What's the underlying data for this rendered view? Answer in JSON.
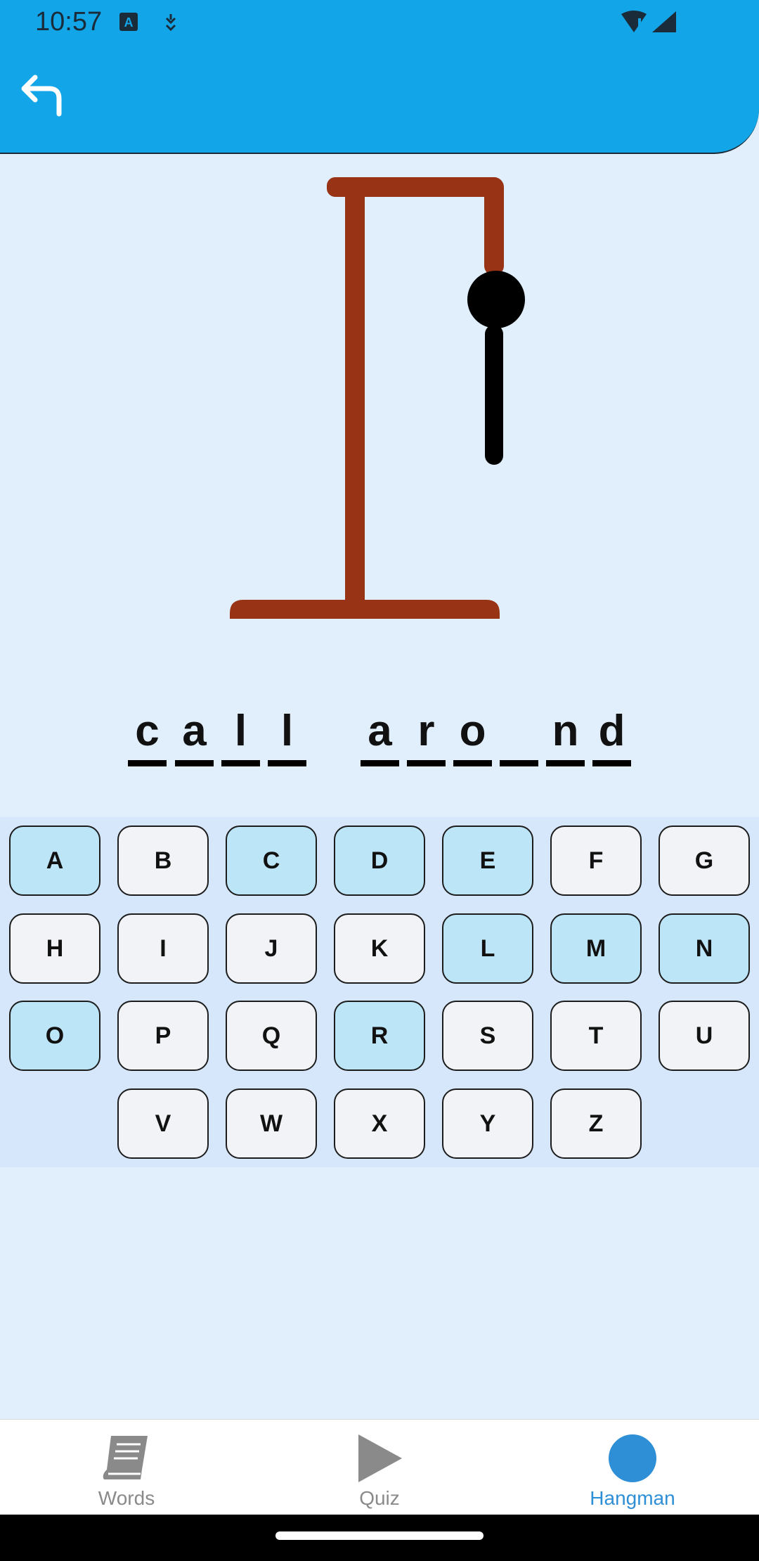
{
  "status_bar": {
    "time": "10:57"
  },
  "word": {
    "letters": [
      "c",
      "a",
      "l",
      "l",
      "",
      "a",
      "r",
      "o",
      "",
      "n",
      "d"
    ],
    "blank_positions": [
      0,
      1,
      2,
      3,
      5,
      6,
      7,
      8,
      9,
      10
    ]
  },
  "keyboard": {
    "keys": [
      {
        "label": "A",
        "used": true
      },
      {
        "label": "B",
        "used": false
      },
      {
        "label": "C",
        "used": true
      },
      {
        "label": "D",
        "used": true
      },
      {
        "label": "E",
        "used": true
      },
      {
        "label": "F",
        "used": false
      },
      {
        "label": "G",
        "used": false
      },
      {
        "label": "H",
        "used": false
      },
      {
        "label": "I",
        "used": false
      },
      {
        "label": "J",
        "used": false
      },
      {
        "label": "K",
        "used": false
      },
      {
        "label": "L",
        "used": true
      },
      {
        "label": "M",
        "used": true
      },
      {
        "label": "N",
        "used": true
      },
      {
        "label": "O",
        "used": true
      },
      {
        "label": "P",
        "used": false
      },
      {
        "label": "Q",
        "used": false
      },
      {
        "label": "R",
        "used": true
      },
      {
        "label": "S",
        "used": false
      },
      {
        "label": "T",
        "used": false
      },
      {
        "label": "U",
        "used": false
      },
      {
        "label": "V",
        "used": false
      },
      {
        "label": "W",
        "used": false
      },
      {
        "label": "X",
        "used": false
      },
      {
        "label": "Y",
        "used": false
      },
      {
        "label": "Z",
        "used": false
      }
    ]
  },
  "bottom_nav": {
    "items": [
      {
        "label": "Words",
        "icon": "book-icon",
        "active": false
      },
      {
        "label": "Quiz",
        "icon": "play-icon",
        "active": false
      },
      {
        "label": "Hangman",
        "icon": "circle-icon",
        "active": true
      }
    ]
  },
  "colors": {
    "header": "#12a5e8",
    "background": "#e0effb",
    "gallows": "#993316",
    "key_used": "#bde5f8",
    "key_unused": "#f1f3f6",
    "nav_active": "#2f8fd6"
  }
}
